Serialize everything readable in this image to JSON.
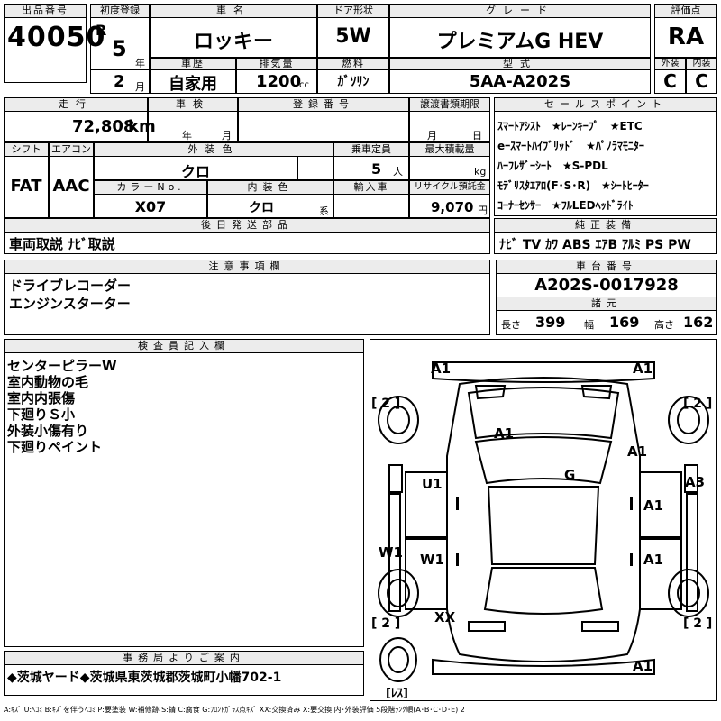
{
  "lot": {
    "label": "出品番号",
    "value": "40050"
  },
  "first_reg": {
    "label": "初度登録",
    "era": "R",
    "year": "5",
    "year_unit": "年",
    "month": "2",
    "month_unit": "月"
  },
  "car_name": {
    "label": "車名",
    "value": "ロッキー"
  },
  "door": {
    "label": "ドア形状",
    "value": "5W"
  },
  "grade": {
    "label": "グレード",
    "value": "プレミアムG HEV"
  },
  "rating": {
    "label": "評価点",
    "value": "RA"
  },
  "history": {
    "label": "車歴",
    "value": "自家用"
  },
  "displacement": {
    "label": "排気量",
    "value": "1200",
    "unit": "cc"
  },
  "fuel": {
    "label": "燃料",
    "value": "ｶﾞｿﾘﾝ"
  },
  "model": {
    "label": "型式",
    "value": "5AA-A202S"
  },
  "ext_grade": {
    "label": "外装",
    "value": "C"
  },
  "int_grade": {
    "label": "内装",
    "value": "C"
  },
  "mileage": {
    "label": "走行",
    "value": "72,808",
    "unit": "km"
  },
  "inspection": {
    "label": "車検",
    "year_unit": "年",
    "month_unit": "月"
  },
  "plate": {
    "label": "登録番号"
  },
  "transfer_deadline": {
    "label": "譲渡書類期限",
    "month_unit": "月",
    "day_unit": "日"
  },
  "shift": {
    "label": "シフト",
    "value": "FAT"
  },
  "aircon": {
    "label": "エアコン",
    "value": "AAC"
  },
  "ext_color": {
    "label": "外装色",
    "value": "クロ"
  },
  "capacity": {
    "label": "乗車定員",
    "value": "5",
    "unit": "人"
  },
  "max_load": {
    "label": "最大積載量",
    "unit": "kg"
  },
  "color_no": {
    "label": "カラーNo.",
    "value": "X07"
  },
  "int_color": {
    "label": "内装色",
    "value": "クロ",
    "unit": "系"
  },
  "import": {
    "label": "輸入車"
  },
  "recycle": {
    "label": "リサイクル預託金",
    "value": "9,070",
    "unit": "円"
  },
  "later_parts": {
    "label": "後日発送部品"
  },
  "removal": {
    "value": "車両取説 ﾅﾋﾞ取説"
  },
  "sales_points": {
    "label": "セールスポイント",
    "lines": [
      "ｽﾏｰﾄｱｼｽﾄ　★ﾚｰﾝｷｰﾌﾟ　★ETC",
      "eｰｽﾏｰﾄﾊｲﾌﾞﾘｯﾄﾞ　★ﾊﾟﾉﾗﾏﾓﾆﾀｰ",
      "ﾊｰﾌﾚｻﾞｰｼｰﾄ　★S-PDL",
      "ﾓﾃﾞﾘｽﾀｴｱﾛ(F･S･R)　★ｼｰﾄﾋｰﾀｰ",
      "ｺｰﾅｰｾﾝｻｰ　★ﾌﾙLEDﾍｯﾄﾞﾗｲﾄ"
    ]
  },
  "equipment": {
    "label": "純正装備",
    "value": "ﾅﾋﾞ TV ｶﾜ ABS ｴｱB ｱﾙﾐ PS PW"
  },
  "notes": {
    "label": "注意事項欄",
    "lines": [
      "ドライブレコーダー",
      "エンジンスターター"
    ]
  },
  "chassis": {
    "label": "車台番号",
    "value": "A202S-0017928"
  },
  "dims": {
    "label": "諸元",
    "length_label": "長さ",
    "length": "399",
    "width_label": "幅",
    "width": "169",
    "height_label": "高さ",
    "height": "162"
  },
  "inspector": {
    "label": "検査員記入欄",
    "lines": [
      "センターピラーW",
      "室内動物の毛",
      "室内内張傷",
      "下廻りＳ小",
      "外装小傷有り",
      "下廻りペイント"
    ]
  },
  "diagram": {
    "marks": {
      "front_left": "A1",
      "front_right": "A1",
      "bracket_tl": "[ 2 ]",
      "bracket_tr": "[ 2 ]",
      "hood": "A1",
      "fender_right": "A1",
      "windshield": "G",
      "door_fl": "U1",
      "door_rr": "A3",
      "door_fr": "A1",
      "rocker_left": "W1",
      "door_rl": "W1",
      "door_rr2": "A1",
      "bracket_bl": "[ 2 ]",
      "bracket_br": "[ 2 ]",
      "rear_left": "XX",
      "rear_bumper": "A1",
      "spare": "[ﾚｽ]"
    }
  },
  "office": {
    "label": "事務局よりご案内",
    "value": "◆茨城ヤード◆茨城県東茨城郡茨城町小幡702-1"
  },
  "legend": "A:ｷｽﾞ U:ﾍｺﾐ B:ｷｽﾞを伴うﾍｺﾐ P:要塗装 W:補修跡 S:錆 C:腐食 G:ﾌﾛﾝﾄｶﾞﾗｽ点ｷｽﾞ XX:交換済み X:要交換 内･外装評価 5段階ﾗﾝｸ順(A･B･C･D･E) 2"
}
